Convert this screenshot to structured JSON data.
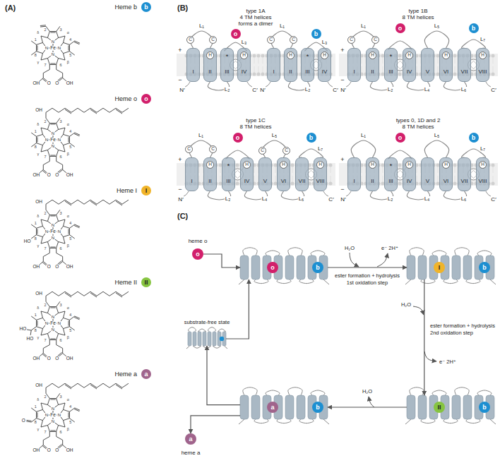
{
  "diagram": {
    "nodes": [
      {
        "text": [
          "b"
        ]
      },
      {
        "text": [
          "o"
        ]
      },
      {
        "text": [
          "I"
        ]
      },
      {
        "text": [
          "II"
        ]
      },
      {
        "text": [
          "a"
        ]
      },
      {
        "text": [
          "I"
        ]
      },
      {
        "text": [
          "II"
        ]
      },
      {
        "text": [
          "III"
        ]
      },
      {
        "text": [
          "IV"
        ]
      },
      {
        "text": [
          "I"
        ]
      },
      {
        "text": [
          "II"
        ]
      },
      {
        "text": [
          "III"
        ]
      },
      {
        "text": [
          "IV"
        ]
      },
      {
        "text": [
          "o"
        ]
      },
      {
        "text": [
          "b"
        ]
      },
      {
        "text": [
          "C"
        ]
      },
      {
        "text": [
          "C"
        ]
      },
      {
        "text": [
          "H"
        ],
        "in": 6
      },
      {
        "text": [
          "H"
        ],
        "in": 8
      },
      {
        "text": [
          "C"
        ]
      },
      {
        "text": [
          "C"
        ]
      },
      {
        "text": [
          "H"
        ],
        "in": 10
      },
      {
        "text": [
          "H"
        ],
        "in": 12
      },
      {
        "text": [
          "I"
        ]
      },
      {
        "text": [
          "II"
        ]
      },
      {
        "text": [
          "III"
        ]
      },
      {
        "text": [
          "IV"
        ]
      },
      {
        "text": [
          "V"
        ]
      },
      {
        "text": [
          "VI"
        ]
      },
      {
        "text": [
          "VII"
        ]
      },
      {
        "text": [
          "VIII"
        ]
      },
      {
        "text": [
          "o"
        ]
      },
      {
        "text": [
          "b"
        ]
      },
      {
        "text": [
          "C"
        ]
      },
      {
        "text": [
          "C"
        ]
      },
      {
        "text": [
          "H"
        ],
        "in": 24
      },
      {
        "text": [
          "H"
        ],
        "in": 26
      },
      {
        "text": [
          "H"
        ],
        "in": 28
      },
      {
        "text": [
          "H"
        ],
        "in": 30
      },
      {
        "text": [
          "I"
        ]
      },
      {
        "text": [
          "II"
        ]
      },
      {
        "text": [
          "III"
        ]
      },
      {
        "text": [
          "IV"
        ]
      },
      {
        "text": [
          "V"
        ]
      },
      {
        "text": [
          "VI"
        ]
      },
      {
        "text": [
          "VII"
        ]
      },
      {
        "text": [
          "VIII"
        ]
      },
      {
        "text": [
          "o"
        ]
      },
      {
        "text": [
          "b"
        ]
      },
      {
        "text": [
          "C"
        ]
      },
      {
        "text": [
          "C"
        ]
      },
      {
        "text": [
          "C"
        ]
      },
      {
        "text": [
          "C"
        ]
      },
      {
        "text": [
          "H"
        ],
        "in": 40
      },
      {
        "text": [
          "H"
        ],
        "in": 42
      },
      {
        "text": [
          "H"
        ],
        "in": 44
      },
      {
        "text": [
          "H"
        ],
        "in": 46
      },
      {
        "text": [
          "I"
        ]
      },
      {
        "text": [
          "II"
        ]
      },
      {
        "text": [
          "III"
        ]
      },
      {
        "text": [
          "IV"
        ]
      },
      {
        "text": [
          "V"
        ]
      },
      {
        "text": [
          "VI"
        ]
      },
      {
        "text": [
          "VII"
        ]
      },
      {
        "text": [
          "VIII"
        ]
      },
      {
        "text": [
          "o"
        ]
      },
      {
        "text": [
          "b"
        ]
      },
      {
        "text": [
          "H"
        ],
        "in": 58
      },
      {
        "text": [
          "H"
        ],
        "in": 60
      },
      {
        "text": [
          "H"
        ],
        "in": 62
      },
      {
        "text": [
          "H"
        ],
        "in": 64
      },
      {
        "text": []
      },
      {
        "text": [
          "o"
        ],
        "in": 71
      },
      {
        "text": [
          "b"
        ],
        "in": 71
      },
      {
        "text": []
      },
      {
        "text": [
          "I"
        ],
        "in": 74
      },
      {
        "text": [
          "b"
        ],
        "in": 74
      },
      {
        "text": []
      },
      {
        "text": [
          "II"
        ],
        "in": 77
      },
      {
        "text": [
          "b"
        ],
        "in": 77
      },
      {
        "text": []
      },
      {
        "text": [
          "a"
        ],
        "in": 80
      },
      {
        "text": [
          "b"
        ],
        "in": 80
      },
      {
        "text": []
      },
      {
        "text": [
          "o"
        ]
      },
      {
        "text": [
          "a"
        ]
      }
    ],
    "edges": [
      {
        "from": 5,
        "to": 6,
        "arrow": "none",
        "label": "L₁"
      },
      {
        "from": 6,
        "to": 7,
        "arrow": "none",
        "label": "L₂"
      },
      {
        "from": 7,
        "to": 8,
        "arrow": "none",
        "label": "L₃"
      },
      {
        "from": 9,
        "to": 10,
        "arrow": "none",
        "label": "L₁"
      },
      {
        "from": 10,
        "to": 11,
        "arrow": "none",
        "label": "L₂"
      },
      {
        "from": 11,
        "to": 12,
        "arrow": "none",
        "label": "L₃"
      },
      {
        "from": 23,
        "to": 24,
        "arrow": "none",
        "label": "L₁"
      },
      {
        "from": 24,
        "to": 25,
        "arrow": "none",
        "label": "L₂"
      },
      {
        "from": 25,
        "to": 26,
        "arrow": "none"
      },
      {
        "from": 26,
        "to": 27,
        "arrow": "none",
        "label": "L₄"
      },
      {
        "from": 27,
        "to": 28,
        "arrow": "none",
        "label": "L₅"
      },
      {
        "from": 28,
        "to": 29,
        "arrow": "none",
        "label": "L₆"
      },
      {
        "from": 29,
        "to": 30,
        "arrow": "none",
        "label": "L₇"
      },
      {
        "from": 39,
        "to": 40,
        "arrow": "none",
        "label": "L₁"
      },
      {
        "from": 40,
        "to": 41,
        "arrow": "none",
        "label": "L₂"
      },
      {
        "from": 41,
        "to": 42,
        "arrow": "none"
      },
      {
        "from": 42,
        "to": 43,
        "arrow": "none",
        "label": "L₄"
      },
      {
        "from": 43,
        "to": 44,
        "arrow": "none",
        "label": "L₅"
      },
      {
        "from": 44,
        "to": 45,
        "arrow": "none",
        "label": "L₆"
      },
      {
        "from": 45,
        "to": 46,
        "arrow": "none",
        "label": "L₇"
      },
      {
        "from": 57,
        "to": 58,
        "arrow": "none",
        "label": "L₁"
      },
      {
        "from": 58,
        "to": 59,
        "arrow": "none",
        "label": "L₂"
      },
      {
        "from": 59,
        "to": 60,
        "arrow": "none"
      },
      {
        "from": 60,
        "to": 61,
        "arrow": "none",
        "label": "L₄"
      },
      {
        "from": 61,
        "to": 62,
        "arrow": "none",
        "label": "L₅"
      },
      {
        "from": 62,
        "to": 63,
        "arrow": "none",
        "label": "L₆"
      },
      {
        "from": 63,
        "to": 64,
        "arrow": "none",
        "label": "L₇"
      },
      {
        "from": 71,
        "to": 74,
        "arrow": "to"
      },
      {
        "from": 74,
        "to": 77,
        "arrow": "to"
      },
      {
        "from": 77,
        "to": 80,
        "arrow": "to"
      },
      {
        "from": 80,
        "to": 83,
        "arrow": "to"
      },
      {
        "from": 83,
        "to": 71,
        "arrow": "to"
      },
      {
        "from": 84,
        "to": 71,
        "arrow": "to"
      },
      {
        "from": 80,
        "to": 85,
        "arrow": "to"
      }
    ],
    "labels": [
      "(A)",
      "(B)",
      "(C)",
      "Heme b",
      "Heme o",
      "Heme I",
      "Heme II",
      "Heme a",
      "Fe",
      "N",
      "N",
      "N",
      "N",
      "1",
      "2",
      "3",
      "4",
      "5",
      "6",
      "7",
      "8",
      "α",
      "β",
      "γ",
      "δ",
      "O",
      "OH",
      "O",
      "OH",
      "Fe",
      "N",
      "N",
      "N",
      "N",
      "1",
      "2",
      "3",
      "4",
      "5",
      "6",
      "7",
      "8",
      "α",
      "β",
      "γ",
      "δ",
      "O",
      "OH",
      "O",
      "OH",
      "OH",
      "Fe",
      "N",
      "N",
      "N",
      "N",
      "1",
      "2",
      "3",
      "4",
      "5",
      "6",
      "7",
      "8",
      "α",
      "β",
      "γ",
      "δ",
      "O",
      "OH",
      "O",
      "OH",
      "OH",
      "HO",
      "Fe",
      "N",
      "N",
      "N",
      "N",
      "1",
      "2",
      "3",
      "4",
      "5",
      "6",
      "7",
      "8",
      "α",
      "β",
      "γ",
      "δ",
      "O",
      "OH",
      "O",
      "OH",
      "OH",
      "HO",
      "HO",
      "Fe",
      "N",
      "N",
      "N",
      "N",
      "1",
      "2",
      "3",
      "4",
      "5",
      "6",
      "7",
      "8",
      "α",
      "β",
      "γ",
      "δ",
      "O",
      "OH",
      "O",
      "OH",
      "OH",
      "O",
      "type 1A",
      "4 TM helices",
      "forms a dimer",
      "+",
      "−",
      "N′",
      "C′",
      "N′",
      "C′",
      "*",
      "*",
      "type 1B",
      "8 TM helices",
      "+",
      "−",
      "N′",
      "C′",
      "*",
      "type 1C",
      "8 TM helices",
      "+",
      "−",
      "N′",
      "C′",
      "*",
      "types 0, 1D and 2",
      "8 TM helices",
      "+",
      "−",
      "N′",
      "C′",
      "*",
      "H₂O",
      "e⁻ 2H⁺",
      "ester formation + hydrolysis",
      "1st oxidation step",
      "H₂O",
      "e⁻ 2H⁺",
      "ester formation + hydrolysis",
      "2nd oxidation step",
      "H₂O",
      "substrate-free state",
      "heme o",
      "heme a"
    ]
  }
}
